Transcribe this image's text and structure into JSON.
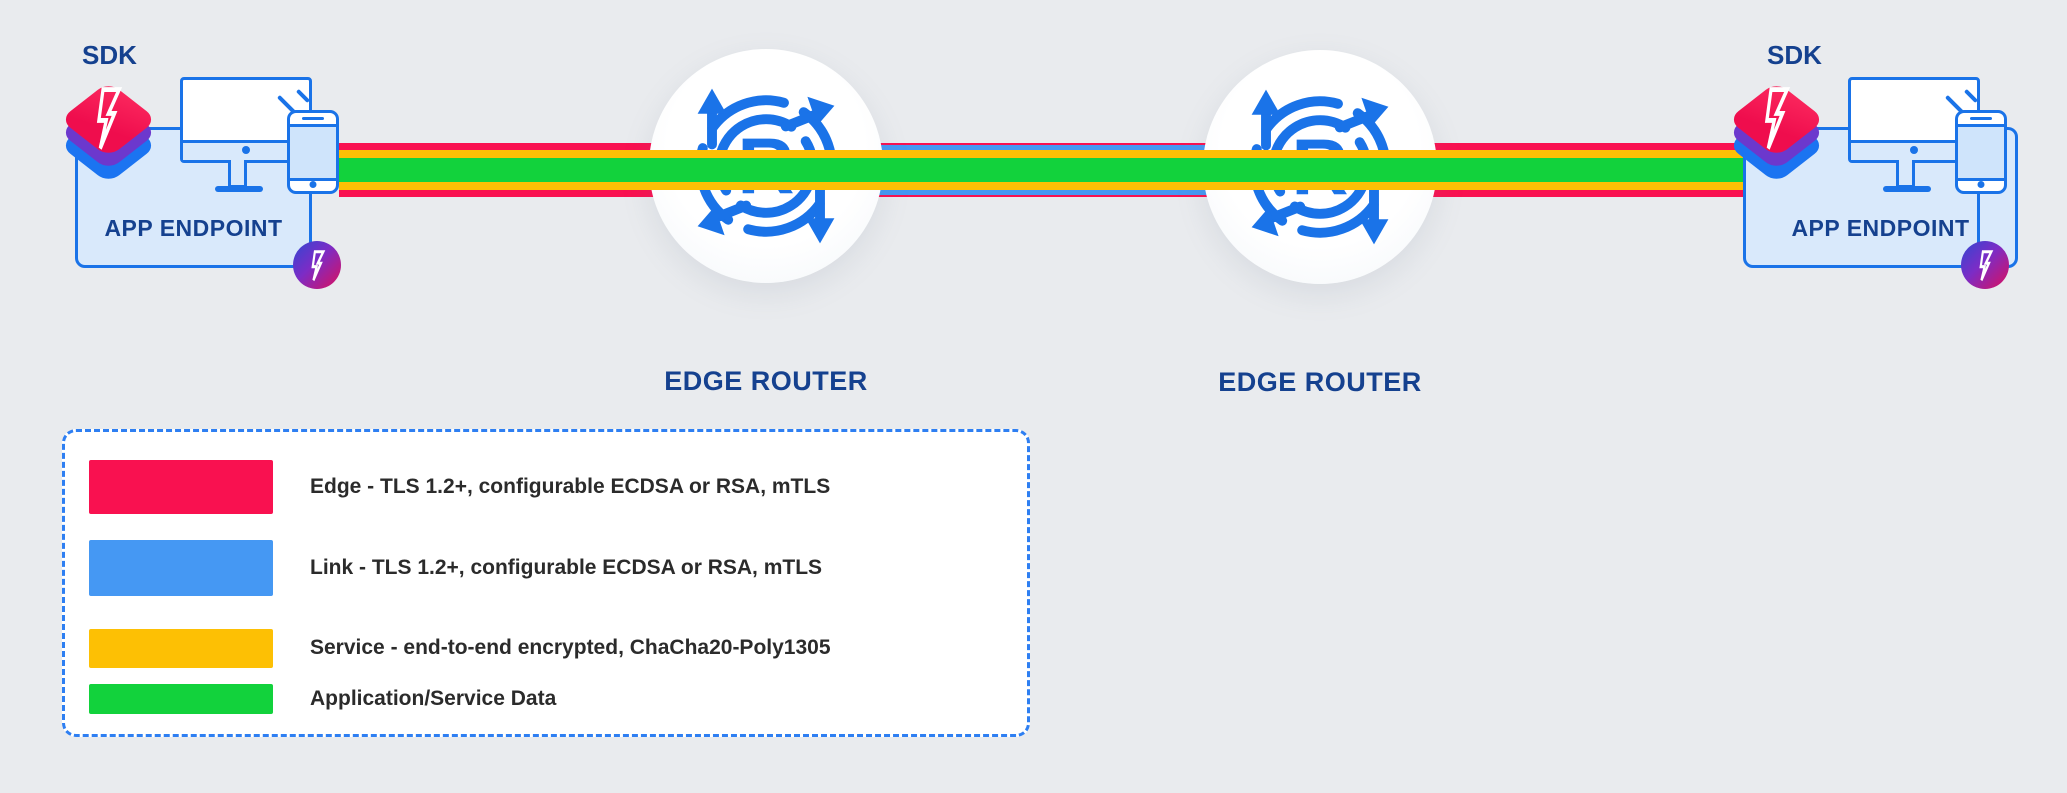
{
  "colors": {
    "edge_red": "#f91150",
    "link_blue": "#4598f3",
    "service_yellow": "#fdc004",
    "data_green": "#12d23c",
    "accent_blue": "#1a73e8",
    "navy_text": "#15418f",
    "background": "#e9ebee"
  },
  "left_endpoint": {
    "sdk_label": "SDK",
    "label": "APP ENDPOINT"
  },
  "right_endpoint": {
    "sdk_label": "SDK",
    "label": "APP ENDPOINT"
  },
  "routers": [
    {
      "label": "EDGE ROUTER",
      "letter": "R"
    },
    {
      "label": "EDGE ROUTER",
      "letter": "R"
    }
  ],
  "legend": {
    "items": [
      {
        "key": "edge",
        "color": "#f91150",
        "label": "Edge - TLS 1.2+, configurable ECDSA or RSA, mTLS"
      },
      {
        "key": "link",
        "color": "#4598f3",
        "label": "Link - TLS 1.2+, configurable ECDSA or RSA, mTLS"
      },
      {
        "key": "service",
        "color": "#fdc004",
        "label": "Service - end-to-end encrypted, ChaCha20-Poly1305"
      },
      {
        "key": "data",
        "color": "#12d23c",
        "label": "Application/Service Data"
      }
    ]
  }
}
